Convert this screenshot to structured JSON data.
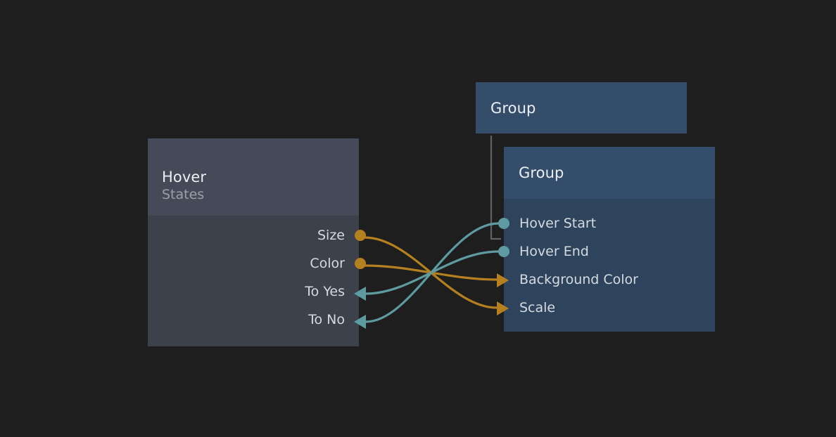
{
  "canvas": {
    "background_color": "#1e1e1e",
    "accent_orange": "#b5801f",
    "accent_teal": "#5d9ba0",
    "bracket_color": "#5f6166"
  },
  "nodes": {
    "hover": {
      "title": "Hover",
      "subtitle": "States",
      "header_color": "#444a58",
      "body_color": "#3c414c",
      "ports": [
        {
          "label": "Size",
          "marker": "dot-orange",
          "direction": "output"
        },
        {
          "label": "Color",
          "marker": "dot-orange",
          "direction": "output"
        },
        {
          "label": "To Yes",
          "marker": "arrow-teal",
          "direction": "input"
        },
        {
          "label": "To No",
          "marker": "arrow-teal",
          "direction": "input"
        }
      ]
    },
    "group_outer": {
      "title": "Group",
      "header_color": "#344d6b"
    },
    "group_inner": {
      "title": "Group",
      "header_color": "#344d6b",
      "body_color": "#2d445c",
      "ports": [
        {
          "label": "Hover Start",
          "marker": "dot-teal",
          "direction": "output"
        },
        {
          "label": "Hover End",
          "marker": "dot-teal",
          "direction": "output"
        },
        {
          "label": "Background Color",
          "marker": "arrow-orange",
          "direction": "input"
        },
        {
          "label": "Scale",
          "marker": "arrow-orange",
          "direction": "input"
        }
      ]
    }
  },
  "connections": [
    {
      "from": "Size",
      "to": "Scale",
      "color": "#b5801f"
    },
    {
      "from": "Color",
      "to": "Background Color",
      "color": "#b5801f"
    },
    {
      "from": "Hover Start",
      "to": "To No",
      "color": "#5d9ba0"
    },
    {
      "from": "Hover End",
      "to": "To Yes",
      "color": "#5d9ba0"
    }
  ]
}
